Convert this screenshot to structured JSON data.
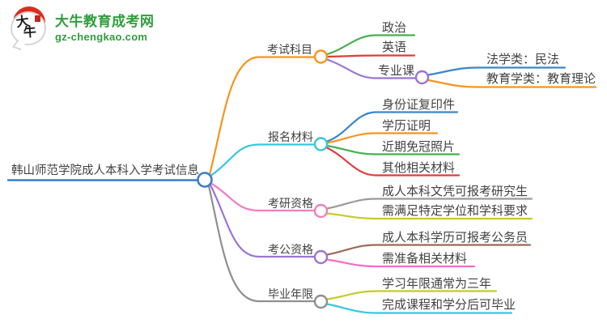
{
  "logo": {
    "brand": "大牛教育成考网",
    "domain": "gz-chengkao.com",
    "mark_top": "大",
    "mark_bottom": "牛",
    "brand_color": "#2f9e3c",
    "seal_color": "#dd2b1c"
  },
  "mindmap": {
    "root": {
      "label": "韩山师范学院成人本科入学考试信息",
      "color": "#3b7ec9"
    },
    "branches": [
      {
        "label": "考试科目",
        "color": "#f7941d",
        "children": [
          {
            "label": "政治",
            "color": "#44b14e"
          },
          {
            "label": "英语",
            "color": "#e23c3c"
          },
          {
            "label": "专业课",
            "color": "#9b74d3",
            "children": [
              {
                "label": "法学类：民法",
                "color": "#3c86c9"
              },
              {
                "label": "教育学类：教育理论",
                "color": "#f7941d"
              }
            ]
          }
        ]
      },
      {
        "label": "报名材料",
        "color": "#38c6e0",
        "children": [
          {
            "label": "身份证复印件",
            "color": "#3c86c9"
          },
          {
            "label": "学历证明",
            "color": "#f7941d"
          },
          {
            "label": "近期免冠照片",
            "color": "#44b14e"
          },
          {
            "label": "其他相关材料",
            "color": "#e23c3c"
          }
        ]
      },
      {
        "label": "考研资格",
        "color": "#ef7fc3",
        "children": [
          {
            "label": "成人本科文凭可报考研究生",
            "color": "#9a9a9a"
          },
          {
            "label": "需满足特定学位和学科要求",
            "color": "#c3cb2b"
          }
        ]
      },
      {
        "label": "考公资格",
        "color": "#9b74d3",
        "children": [
          {
            "label": "成人本科学历可报考公务员",
            "color": "#9b6a57"
          },
          {
            "label": "需准备相关材料",
            "color": "#f26cc8"
          }
        ]
      },
      {
        "label": "毕业年限",
        "color": "#8f8f8f",
        "children": [
          {
            "label": "学习年限通常为三年",
            "color": "#c3cb2b"
          },
          {
            "label": "完成课程和学分后可毕业",
            "color": "#38c6e0"
          }
        ]
      }
    ]
  }
}
